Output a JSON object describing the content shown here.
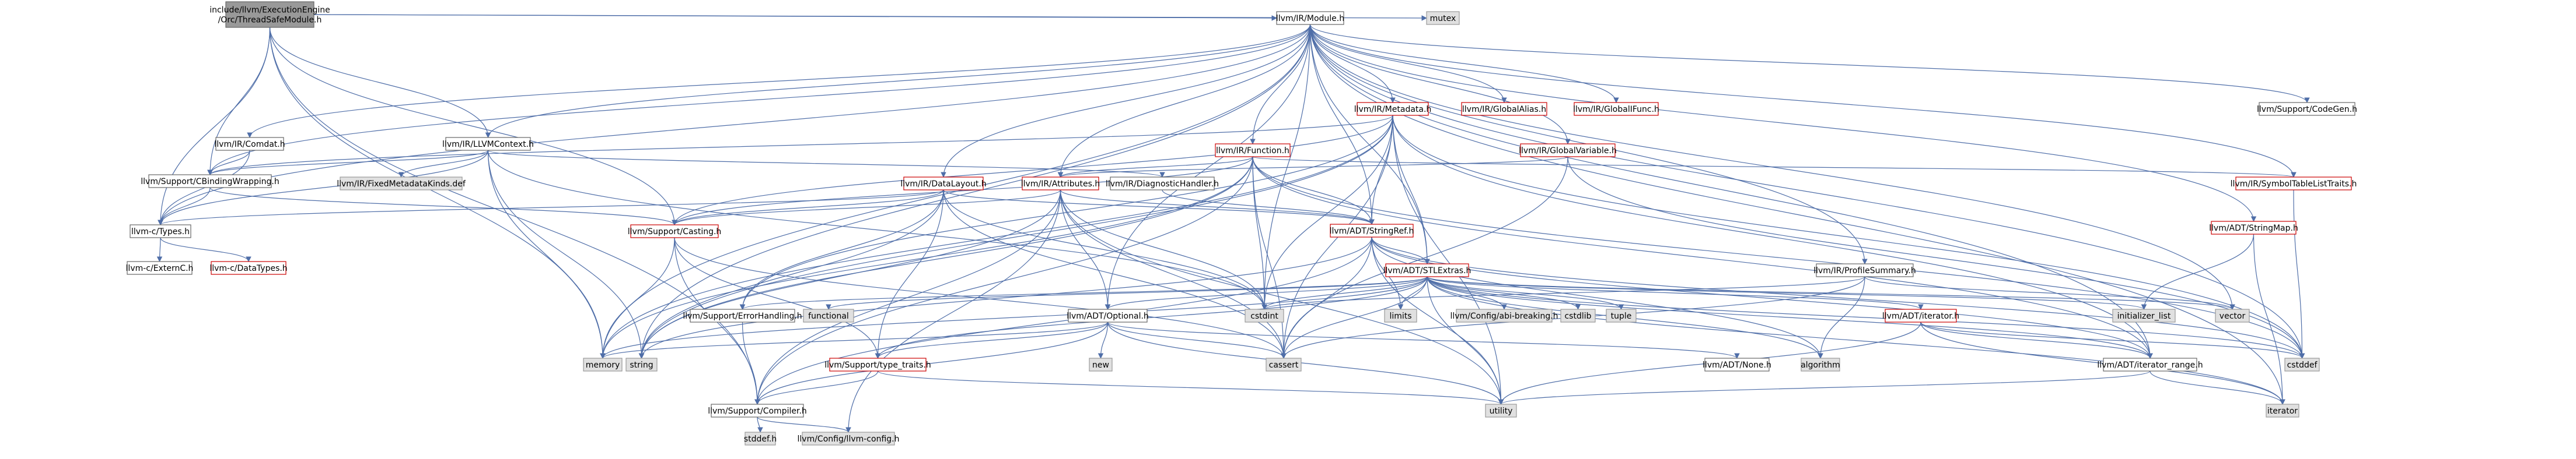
{
  "colors": {
    "edge": "#4f6ea8",
    "root_fill": "#999999",
    "root_stroke": "#666666",
    "header_fill": "#ffffff",
    "header_stroke": "#666666",
    "missing_fill": "#e0e0e0",
    "missing_stroke": "#999999",
    "truncated_fill": "#ffffff",
    "truncated_stroke": "#cc0000"
  },
  "nodes": [
    {
      "id": "root",
      "label": "include/llvm/ExecutionEngine\n/Orc/ThreadSafeModule.h",
      "kind": "root"
    },
    {
      "id": "module",
      "label": "llvm/IR/Module.h",
      "kind": "header"
    },
    {
      "id": "mutex",
      "label": "mutex",
      "kind": "missing"
    },
    {
      "id": "comdat",
      "label": "llvm/IR/Comdat.h",
      "kind": "header"
    },
    {
      "id": "llvmctx",
      "label": "llvm/IR/LLVMContext.h",
      "kind": "header"
    },
    {
      "id": "metadata",
      "label": "llvm/IR/Metadata.h",
      "kind": "truncated"
    },
    {
      "id": "globalalias",
      "label": "llvm/IR/GlobalAlias.h",
      "kind": "truncated"
    },
    {
      "id": "globalifunc",
      "label": "llvm/IR/GlobalIFunc.h",
      "kind": "truncated"
    },
    {
      "id": "codegen",
      "label": "llvm/Support/CodeGen.h",
      "kind": "header"
    },
    {
      "id": "function",
      "label": "llvm/IR/Function.h",
      "kind": "truncated"
    },
    {
      "id": "globalvar",
      "label": "llvm/IR/GlobalVariable.h",
      "kind": "truncated"
    },
    {
      "id": "symtablelist",
      "label": "llvm/IR/SymbolTableListTraits.h",
      "kind": "truncated"
    },
    {
      "id": "cbinding",
      "label": "llvm/Support/CBindingWrapping.h",
      "kind": "header"
    },
    {
      "id": "fixedmd",
      "label": "llvm/IR/FixedMetadataKinds.def",
      "kind": "missing"
    },
    {
      "id": "datalayout",
      "label": "llvm/IR/DataLayout.h",
      "kind": "truncated"
    },
    {
      "id": "attributes",
      "label": "llvm/IR/Attributes.h",
      "kind": "truncated"
    },
    {
      "id": "diaghandler",
      "label": "llvm/IR/DiagnosticHandler.h",
      "kind": "header"
    },
    {
      "id": "stringmap",
      "label": "llvm/ADT/StringMap.h",
      "kind": "truncated"
    },
    {
      "id": "ctypes",
      "label": "llvm-c/Types.h",
      "kind": "header"
    },
    {
      "id": "casting",
      "label": "llvm/Support/Casting.h",
      "kind": "truncated"
    },
    {
      "id": "stringref",
      "label": "llvm/ADT/StringRef.h",
      "kind": "truncated"
    },
    {
      "id": "externc",
      "label": "llvm-c/ExternC.h",
      "kind": "header"
    },
    {
      "id": "datatypes",
      "label": "llvm-c/DataTypes.h",
      "kind": "truncated"
    },
    {
      "id": "stlextras",
      "label": "llvm/ADT/STLExtras.h",
      "kind": "truncated"
    },
    {
      "id": "profsummary",
      "label": "llvm/IR/ProfileSummary.h",
      "kind": "header"
    },
    {
      "id": "errhandling",
      "label": "llvm/Support/ErrorHandling.h",
      "kind": "header"
    },
    {
      "id": "optional",
      "label": "llvm/ADT/Optional.h",
      "kind": "header"
    },
    {
      "id": "functional",
      "label": "functional",
      "kind": "missing"
    },
    {
      "id": "cstdint",
      "label": "cstdint",
      "kind": "missing"
    },
    {
      "id": "limits",
      "label": "limits",
      "kind": "missing"
    },
    {
      "id": "abibreak",
      "label": "llvm/Config/abi-breaking.h",
      "kind": "missing"
    },
    {
      "id": "cstdlib",
      "label": "cstdlib",
      "kind": "missing"
    },
    {
      "id": "tuple",
      "label": "tuple",
      "kind": "missing"
    },
    {
      "id": "adtiterator",
      "label": "llvm/ADT/iterator.h",
      "kind": "truncated"
    },
    {
      "id": "initlist",
      "label": "initializer_list",
      "kind": "missing"
    },
    {
      "id": "vector",
      "label": "vector",
      "kind": "missing"
    },
    {
      "id": "memory",
      "label": "memory",
      "kind": "missing"
    },
    {
      "id": "string",
      "label": "string",
      "kind": "missing"
    },
    {
      "id": "typetraits",
      "label": "llvm/Support/type_traits.h",
      "kind": "truncated"
    },
    {
      "id": "new",
      "label": "new",
      "kind": "missing"
    },
    {
      "id": "cassert",
      "label": "cassert",
      "kind": "missing"
    },
    {
      "id": "none",
      "label": "llvm/ADT/None.h",
      "kind": "header"
    },
    {
      "id": "algorithm",
      "label": "algorithm",
      "kind": "missing"
    },
    {
      "id": "iterrange",
      "label": "llvm/ADT/iterator_range.h",
      "kind": "header"
    },
    {
      "id": "cstddef",
      "label": "cstddef",
      "kind": "missing"
    },
    {
      "id": "compiler",
      "label": "llvm/Support/Compiler.h",
      "kind": "header"
    },
    {
      "id": "utility",
      "label": "utility",
      "kind": "missing"
    },
    {
      "id": "iterator",
      "label": "iterator",
      "kind": "missing"
    },
    {
      "id": "stddef",
      "label": "stddef.h",
      "kind": "missing"
    },
    {
      "id": "llvmconfig",
      "label": "llvm/Config/llvm-config.h",
      "kind": "missing"
    }
  ],
  "edges": [
    [
      "root",
      "module"
    ],
    [
      "root",
      "mutex"
    ],
    [
      "root",
      "llvmctx"
    ],
    [
      "root",
      "memory"
    ],
    [
      "root",
      "compiler"
    ],
    [
      "root",
      "ctypes"
    ],
    [
      "root",
      "cbinding"
    ],
    [
      "root",
      "casting"
    ],
    [
      "module",
      "comdat"
    ],
    [
      "module",
      "llvmctx"
    ],
    [
      "module",
      "metadata"
    ],
    [
      "module",
      "globalalias"
    ],
    [
      "module",
      "globalifunc"
    ],
    [
      "module",
      "codegen"
    ],
    [
      "module",
      "function"
    ],
    [
      "module",
      "globalvar"
    ],
    [
      "module",
      "symtablelist"
    ],
    [
      "module",
      "stringmap"
    ],
    [
      "module",
      "stringref"
    ],
    [
      "module",
      "stlextras"
    ],
    [
      "module",
      "datalayout"
    ],
    [
      "module",
      "attributes"
    ],
    [
      "module",
      "profsummary"
    ],
    [
      "module",
      "cbinding"
    ],
    [
      "module",
      "ctypes"
    ],
    [
      "module",
      "iterrange"
    ],
    [
      "module",
      "cstddef"
    ],
    [
      "module",
      "cstdint"
    ],
    [
      "module",
      "iterator"
    ],
    [
      "module",
      "memory"
    ],
    [
      "module",
      "string"
    ],
    [
      "module",
      "vector"
    ],
    [
      "module",
      "optional"
    ],
    [
      "comdat",
      "cbinding"
    ],
    [
      "comdat",
      "ctypes"
    ],
    [
      "llvmctx",
      "cbinding"
    ],
    [
      "llvmctx",
      "ctypes"
    ],
    [
      "llvmctx",
      "fixedmd"
    ],
    [
      "llvmctx",
      "diaghandler"
    ],
    [
      "llvmctx",
      "cstdint"
    ],
    [
      "llvmctx",
      "memory"
    ],
    [
      "llvmctx",
      "string"
    ],
    [
      "metadata",
      "stringref"
    ],
    [
      "metadata",
      "stlextras"
    ],
    [
      "metadata",
      "casting"
    ],
    [
      "metadata",
      "errhandling"
    ],
    [
      "metadata",
      "cassert"
    ],
    [
      "metadata",
      "cstddef"
    ],
    [
      "metadata",
      "cstdint"
    ],
    [
      "metadata",
      "memory"
    ],
    [
      "metadata",
      "string"
    ],
    [
      "metadata",
      "utility"
    ],
    [
      "metadata",
      "iterrange"
    ],
    [
      "metadata",
      "cbinding"
    ],
    [
      "function",
      "attributes"
    ],
    [
      "function",
      "stringref"
    ],
    [
      "function",
      "casting"
    ],
    [
      "function",
      "compiler"
    ],
    [
      "function",
      "cassert"
    ],
    [
      "function",
      "cstddef"
    ],
    [
      "function",
      "cstdint"
    ],
    [
      "function",
      "memory"
    ],
    [
      "function",
      "string"
    ],
    [
      "function",
      "iterrange"
    ],
    [
      "function",
      "symtablelist"
    ],
    [
      "globalvar",
      "attributes"
    ],
    [
      "globalvar",
      "cassert"
    ],
    [
      "globalvar",
      "cstddef"
    ],
    [
      "symtablelist",
      "cstddef"
    ],
    [
      "cbinding",
      "ctypes"
    ],
    [
      "cbinding",
      "casting"
    ],
    [
      "datalayout",
      "stringref"
    ],
    [
      "datalayout",
      "casting"
    ],
    [
      "datalayout",
      "errhandling"
    ],
    [
      "datalayout",
      "cassert"
    ],
    [
      "datalayout",
      "cstdint"
    ],
    [
      "datalayout",
      "string"
    ],
    [
      "datalayout",
      "ctypes"
    ],
    [
      "datalayout",
      "typetraits"
    ],
    [
      "attributes",
      "stringref"
    ],
    [
      "attributes",
      "optional"
    ],
    [
      "attributes",
      "casting"
    ],
    [
      "attributes",
      "compiler"
    ],
    [
      "attributes",
      "cassert"
    ],
    [
      "attributes",
      "cstdint"
    ],
    [
      "attributes",
      "string"
    ],
    [
      "attributes",
      "utility"
    ],
    [
      "attributes",
      "llvmconfig"
    ],
    [
      "diaghandler",
      "stringref"
    ],
    [
      "stringmap",
      "initlist"
    ],
    [
      "stringmap",
      "iterator"
    ],
    [
      "ctypes",
      "externc"
    ],
    [
      "ctypes",
      "datatypes"
    ],
    [
      "casting",
      "compiler"
    ],
    [
      "casting",
      "typetraits"
    ],
    [
      "casting",
      "memory"
    ],
    [
      "casting",
      "cassert"
    ],
    [
      "stringref",
      "stlextras"
    ],
    [
      "stringref",
      "compiler"
    ],
    [
      "stringref",
      "cstddef"
    ],
    [
      "stringref",
      "cstring"
    ],
    [
      "stringref",
      "limits"
    ],
    [
      "stringref",
      "string"
    ],
    [
      "stringref",
      "utility"
    ],
    [
      "stringref",
      "iterrange"
    ],
    [
      "stringref",
      "algorithm"
    ],
    [
      "stringref",
      "cassert"
    ],
    [
      "externc",
      "externc"
    ],
    [
      "stlextras",
      "optional"
    ],
    [
      "stlextras",
      "adtiterator"
    ],
    [
      "stlextras",
      "iterrange"
    ],
    [
      "stlextras",
      "errhandling"
    ],
    [
      "stlextras",
      "functional"
    ],
    [
      "stlextras",
      "cstdint"
    ],
    [
      "stlextras",
      "limits"
    ],
    [
      "stlextras",
      "abibreak"
    ],
    [
      "stlextras",
      "cstdlib"
    ],
    [
      "stlextras",
      "tuple"
    ],
    [
      "stlextras",
      "initlist"
    ],
    [
      "stlextras",
      "vector"
    ],
    [
      "stlextras",
      "memory"
    ],
    [
      "stlextras",
      "utility"
    ],
    [
      "stlextras",
      "iterator"
    ],
    [
      "stlextras",
      "cassert"
    ],
    [
      "stlextras",
      "algorithm"
    ],
    [
      "stlextras",
      "cstddef"
    ],
    [
      "stlextras",
      "typetraits"
    ],
    [
      "profsummary",
      "algorithm"
    ],
    [
      "profsummary",
      "cassert"
    ],
    [
      "profsummary",
      "cstdint"
    ],
    [
      "profsummary",
      "vector"
    ],
    [
      "errhandling",
      "compiler"
    ],
    [
      "optional",
      "none"
    ],
    [
      "optional",
      "compiler"
    ],
    [
      "optional",
      "typetraits"
    ],
    [
      "optional",
      "cassert"
    ],
    [
      "optional",
      "new"
    ],
    [
      "optional",
      "utility"
    ],
    [
      "optional",
      "memory"
    ],
    [
      "adtiterator",
      "iterrange"
    ],
    [
      "adtiterator",
      "cstddef"
    ],
    [
      "adtiterator",
      "iterator"
    ],
    [
      "adtiterator",
      "utility"
    ],
    [
      "typetraits",
      "compiler"
    ],
    [
      "typetraits",
      "utility"
    ],
    [
      "iterrange",
      "iterator"
    ],
    [
      "iterrange",
      "utility"
    ],
    [
      "compiler",
      "stddef"
    ],
    [
      "compiler",
      "llvmconfig"
    ]
  ]
}
